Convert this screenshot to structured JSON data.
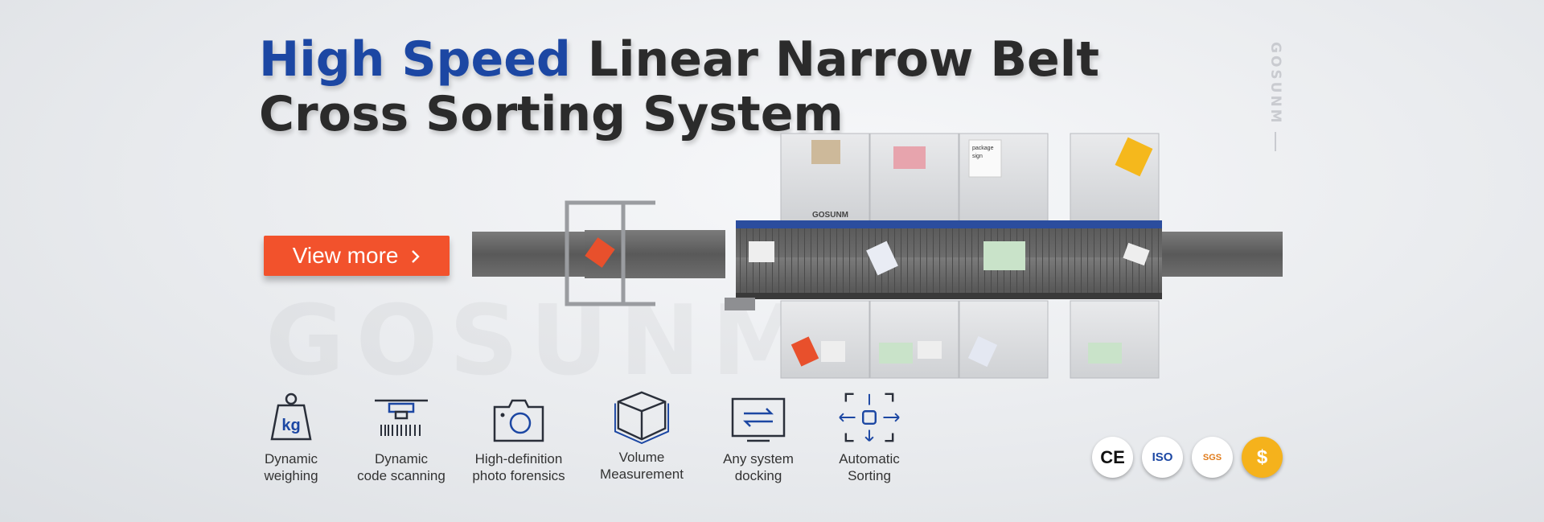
{
  "brand": {
    "vertical_logo": "GOSUNM",
    "watermark": "GOSUNM"
  },
  "title": {
    "accent": "High Speed",
    "line1_rest": " Linear Narrow Belt",
    "line2": "Cross Sorting System"
  },
  "cta": {
    "label": "View more",
    "arrow_icon": "chevron-right-icon"
  },
  "machine": {
    "label": "GOSUNM",
    "package_labels": [
      "package",
      "sign"
    ]
  },
  "features": [
    {
      "icon": "weight-kg-icon",
      "icon_text": "kg",
      "label": "Dynamic\nweighing"
    },
    {
      "icon": "barcode-scanner-icon",
      "label": "Dynamic\ncode scanning"
    },
    {
      "icon": "camera-icon",
      "label": "High-definition\nphoto forensics"
    },
    {
      "icon": "box-volume-icon",
      "label": "Volume\nMeasurement"
    },
    {
      "icon": "monitor-exchange-icon",
      "label": "Any system\ndocking"
    },
    {
      "icon": "auto-sort-icon",
      "label": "Automatic\nSorting"
    }
  ],
  "certifications": [
    {
      "icon": "ce-mark-icon",
      "text": "CE"
    },
    {
      "icon": "iso-icon",
      "text": "ISO"
    },
    {
      "icon": "sgs-icon",
      "text": "SGS"
    },
    {
      "icon": "dollar-shield-icon",
      "text": "$"
    }
  ],
  "colors": {
    "accent_blue": "#1c47a3",
    "cta_orange": "#f2522c",
    "title_dark": "#2b2b2b",
    "icon_stroke": "#2a2f3a"
  }
}
